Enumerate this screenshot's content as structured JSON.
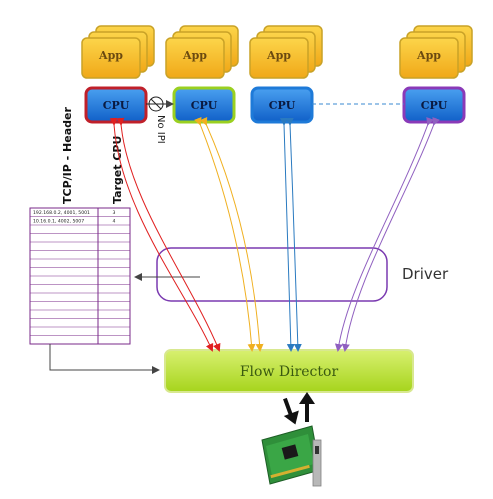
{
  "apps": [
    {
      "label": "App"
    },
    {
      "label": "App"
    },
    {
      "label": "App"
    },
    {
      "label": "App"
    }
  ],
  "cpus": [
    {
      "label": "CPU",
      "border": "#c0202a"
    },
    {
      "label": "CPU",
      "border": "#9ad020"
    },
    {
      "label": "CPU",
      "border": "#1e7ad8"
    },
    {
      "label": "CPU",
      "border": "#8a3ab8"
    }
  ],
  "no_ipi": "No IPI",
  "table": {
    "header_left": "TCP/IP - Header",
    "header_right": "Target CPU",
    "rows": [
      {
        "header": "192.168.0.2, 4001, 5001",
        "cpu": "3"
      },
      {
        "header": "10.16.0.1, 4002, 5007",
        "cpu": "4"
      }
    ]
  },
  "driver_label": "Driver",
  "flow_director_label": "Flow Director",
  "nic_icon": "network-card-icon",
  "colors": {
    "app_fill": "#f4b820",
    "app_border": "#c9a227",
    "cpu_fill": "#1e72d8",
    "flow_fill": "#b7e22e",
    "driver_border": "#7a3ab0",
    "table_border": "#7a2a8a",
    "arrow_red": "#e02020",
    "arrow_yellow": "#f0b020",
    "arrow_blue": "#2a7ac0",
    "arrow_purple": "#9060c0"
  }
}
